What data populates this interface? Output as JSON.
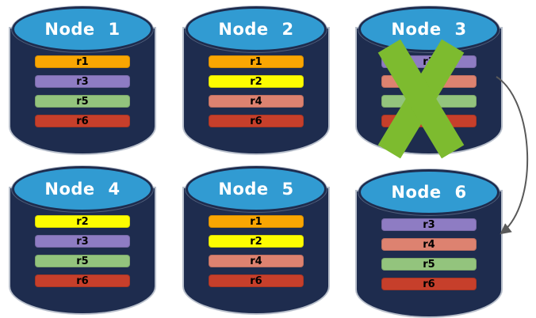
{
  "diagram": {
    "background": "#FFFFFF",
    "description": "Six database node cylinders holding replica bars; Node 3 is crossed out with a green X and a curved arrow points from Node 3 to Node 6",
    "arrow": {
      "description": "curved arrow from Node 3 to Node 6"
    },
    "failure_x_node": "Node 3"
  },
  "colors": {
    "cylinder_body": "#1E2C4E",
    "cylinder_top": "#319BD2",
    "title_text": "#FFFFFF",
    "bar_text": "#000000",
    "failure_x": "#7DBB2F",
    "arrow": "#595959"
  },
  "nodes": [
    {
      "title": "Node 1",
      "bars": [
        {
          "label": "r1",
          "color": "#F9A602"
        },
        {
          "label": "r3",
          "color": "#8E7CC3"
        },
        {
          "label": "r5",
          "color": "#93C47D"
        },
        {
          "label": "r6",
          "color": "#C63F2B"
        }
      ]
    },
    {
      "title": "Node 2",
      "bars": [
        {
          "label": "r1",
          "color": "#F9A602"
        },
        {
          "label": "r2",
          "color": "#FDFD00"
        },
        {
          "label": "r4",
          "color": "#DD8270"
        },
        {
          "label": "r6",
          "color": "#C63F2B"
        }
      ]
    },
    {
      "title": "Node 3",
      "failed": true,
      "bars": [
        {
          "label": "r3",
          "color": "#8E7CC3"
        },
        {
          "label": "",
          "color": "#DD8270"
        },
        {
          "label": "",
          "color": "#93C47D"
        },
        {
          "label": "",
          "color": "#C63F2B"
        }
      ]
    },
    {
      "title": "Node 4",
      "bars": [
        {
          "label": "r2",
          "color": "#FDFD00"
        },
        {
          "label": "r3",
          "color": "#8E7CC3"
        },
        {
          "label": "r5",
          "color": "#93C47D"
        },
        {
          "label": "r6",
          "color": "#C63F2B"
        }
      ]
    },
    {
      "title": "Node 5",
      "bars": [
        {
          "label": "r1",
          "color": "#F9A602"
        },
        {
          "label": "r2",
          "color": "#FDFD00"
        },
        {
          "label": "r4",
          "color": "#DD8270"
        },
        {
          "label": "r6",
          "color": "#C63F2B"
        }
      ]
    },
    {
      "title": "Node 6",
      "bars": [
        {
          "label": "r3",
          "color": "#8E7CC3"
        },
        {
          "label": "r4",
          "color": "#DD8270"
        },
        {
          "label": "r5",
          "color": "#93C47D"
        },
        {
          "label": "r6",
          "color": "#C63F2B"
        }
      ]
    }
  ]
}
